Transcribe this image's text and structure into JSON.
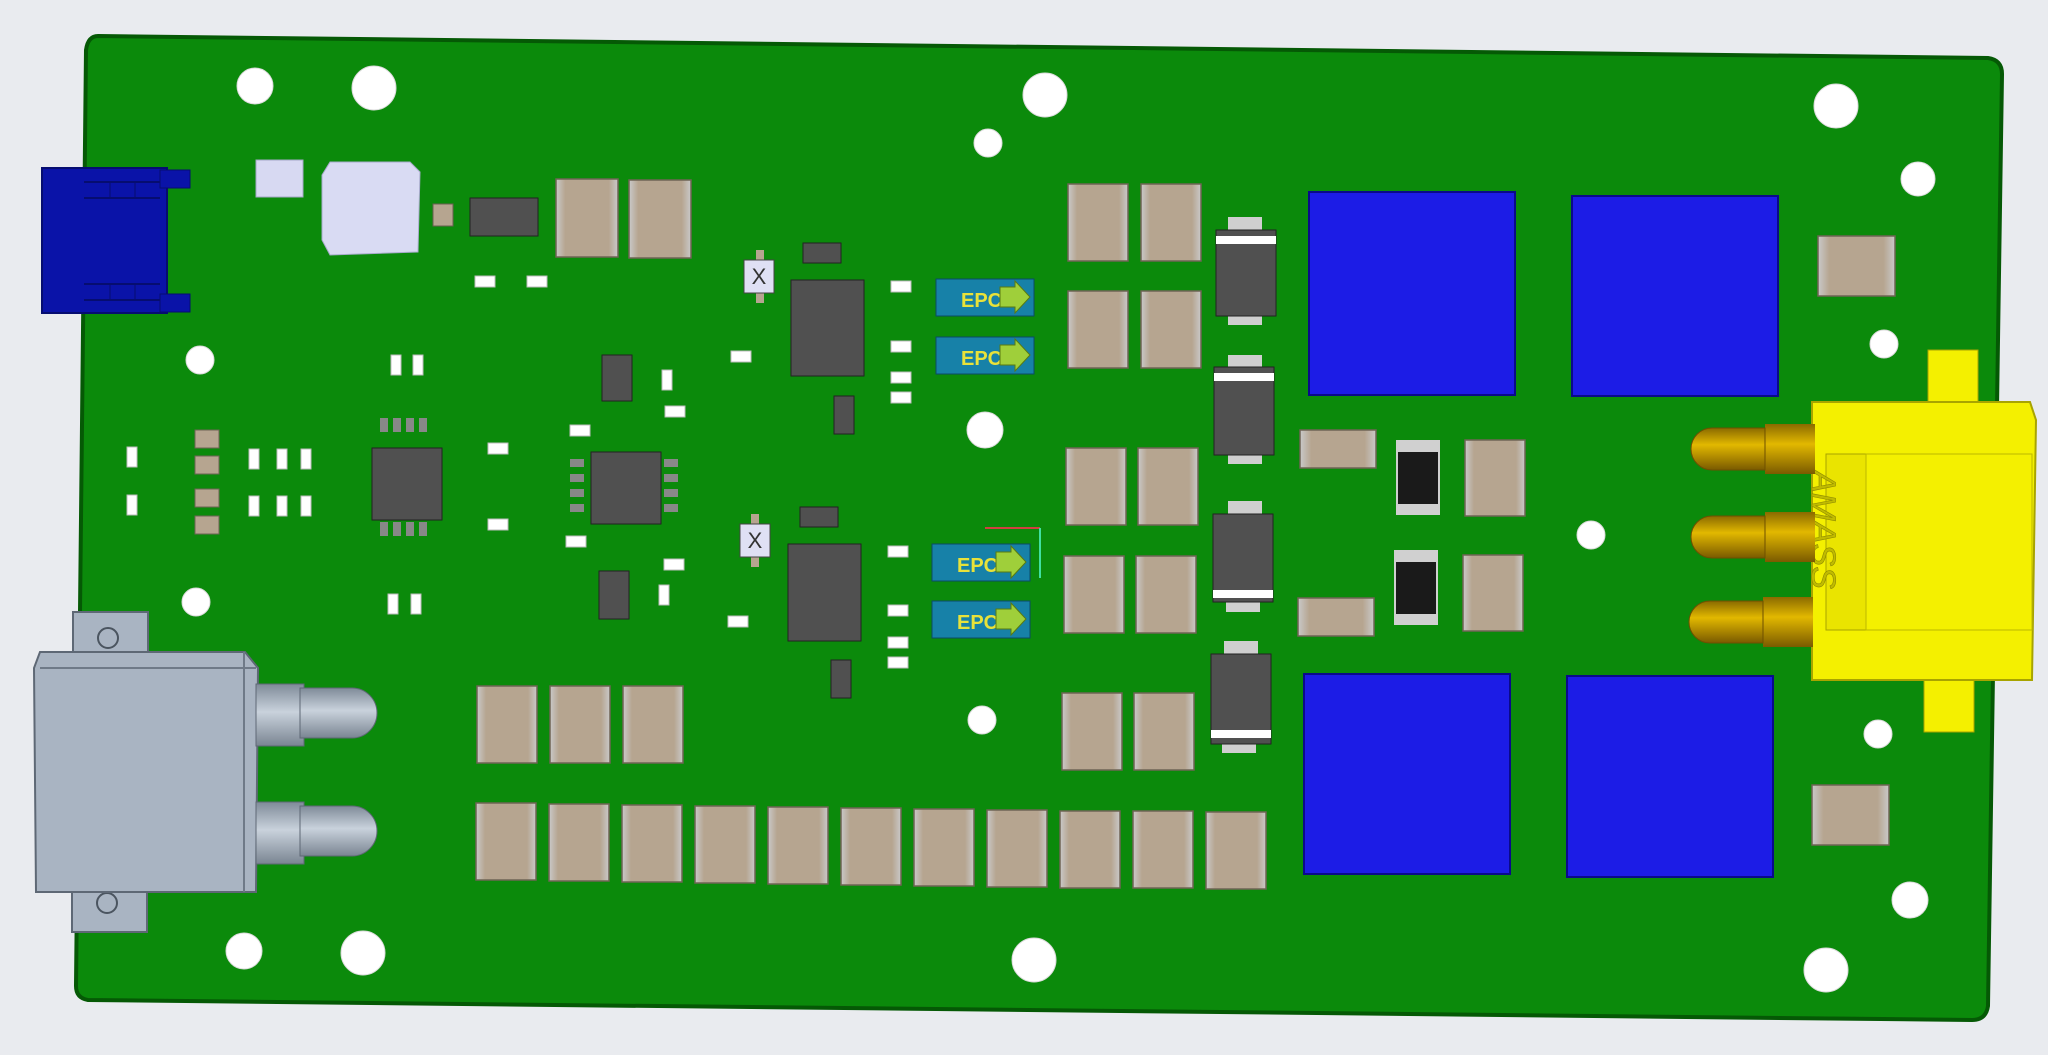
{
  "board": {
    "colors": {
      "background": "#e9ebef",
      "pcb": "#0b8a0b",
      "pcb_edge": "#066006",
      "capacitor": "#b6a590",
      "capacitor_cap": "#d7d7d7",
      "ic": "#505050",
      "inductor": "#1c1ce6",
      "connector_blue": "#0a13a8",
      "connector_yellow": "#f4f000",
      "pin_gold": "#c9a000",
      "pad_white": "#ffffff",
      "epc_badge": "#1781a8",
      "epc_text": "#e8e23a",
      "epc_arrow": "#9fcf3a",
      "sma_grey": "#a9b4c2"
    },
    "epc_label": "EPC",
    "connector_label": "AMASS",
    "transistor_mark": "X"
  }
}
